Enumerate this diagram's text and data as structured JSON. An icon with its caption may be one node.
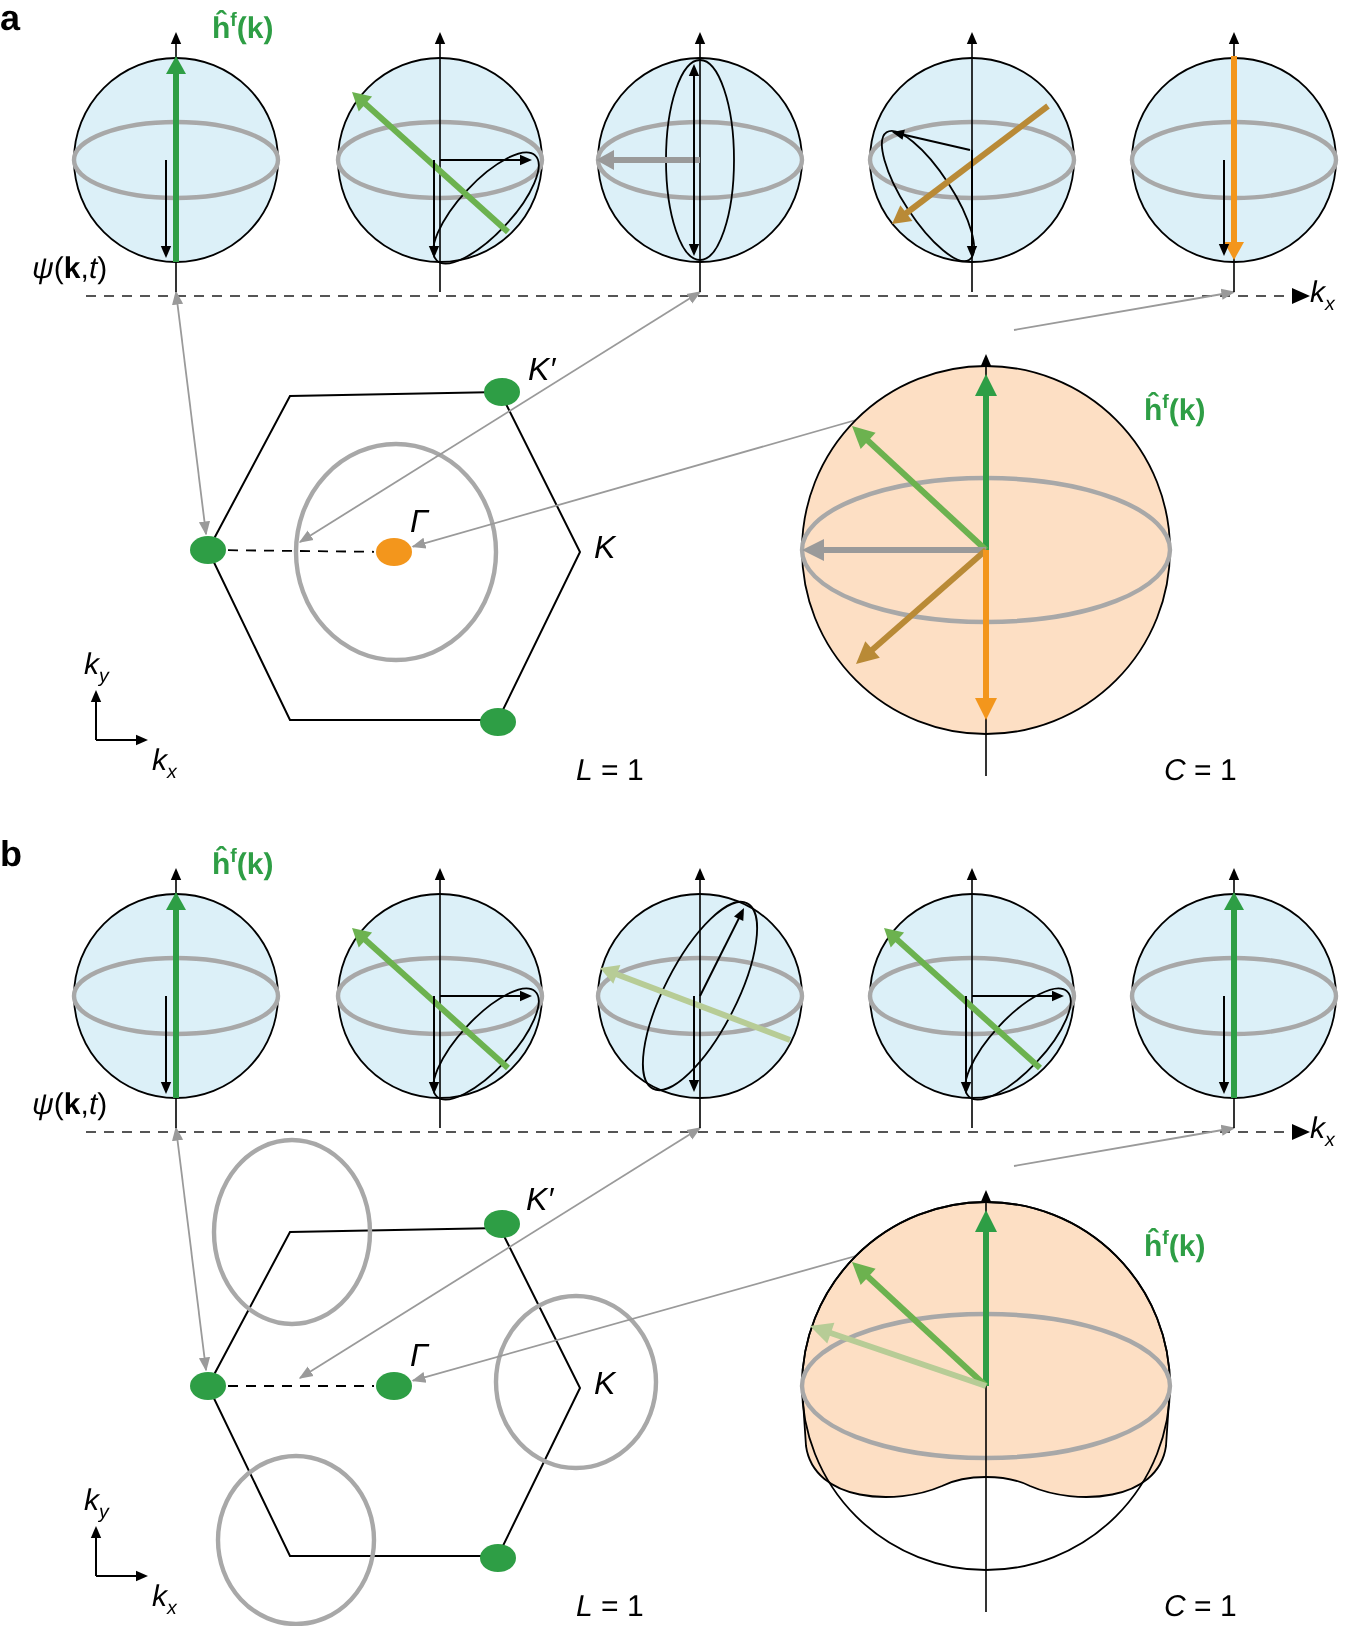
{
  "diagram": {
    "nodes": [
      {
        "text": [],
        "shape": "circle"
      },
      {
        "text": [],
        "shape": "circle"
      },
      {
        "text": [],
        "shape": "circle"
      },
      {
        "text": [],
        "shape": "circle"
      },
      {
        "text": [],
        "shape": "circle"
      },
      {
        "text": [],
        "shape": "circle",
        "beside": [
          "K′"
        ]
      },
      {
        "text": [],
        "shape": "circle"
      },
      {
        "text": [],
        "shape": "circle",
        "beside": [
          "Γ"
        ]
      },
      {
        "text": [],
        "shape": "circle"
      },
      {
        "text": [],
        "shape": "circle"
      },
      {
        "text": [],
        "shape": "circle"
      },
      {
        "text": [],
        "shape": "circle"
      },
      {
        "text": [],
        "shape": "circle"
      },
      {
        "text": [],
        "shape": "circle"
      },
      {
        "text": [],
        "shape": "circle"
      },
      {
        "text": [],
        "shape": "circle",
        "beside": [
          "K′"
        ]
      },
      {
        "text": [],
        "shape": "circle"
      },
      {
        "text": [],
        "shape": "circle",
        "beside": [
          "Γ"
        ]
      },
      {
        "text": [],
        "shape": "circle"
      },
      {
        "text": [],
        "shape": "circle"
      }
    ],
    "edges": [
      {
        "from": 6,
        "to": 0,
        "arrow": "both"
      },
      {
        "from": null,
        "to": 2,
        "arrow": "both"
      },
      {
        "from": 9,
        "to": 7,
        "arrow": "to"
      },
      {
        "from": 9,
        "to": 4,
        "arrow": "to"
      },
      {
        "from": 6,
        "to": 7,
        "arrow": "none",
        "style": "dashed",
        "color": "#000000"
      },
      {
        "from": 16,
        "to": 10,
        "arrow": "both"
      },
      {
        "from": null,
        "to": 12,
        "arrow": "both"
      },
      {
        "from": 19,
        "to": 17,
        "arrow": "to"
      },
      {
        "from": 19,
        "to": 14,
        "arrow": "to"
      },
      {
        "from": 16,
        "to": 17,
        "arrow": "none",
        "style": "dashed",
        "color": "#000000"
      }
    ],
    "labels": [
      "a",
      "ĥ$^{f}$(k)",
      "*ψ*(**k**,*t*)",
      "k$_{x}$",
      "K",
      "ĥ$^{f}$(k)",
      "k$_{y}$",
      "k$_{x}$",
      "*L* = 1",
      "*C* = 1",
      "b",
      "ĥ$^{f}$(k)",
      "*ψ*(**k**,*t*)",
      "k$_{x}$",
      "K",
      "ĥ$^{f}$(k)",
      "k$_{y}$",
      "k$_{x}$",
      "*L* = 1",
      "*C* = 1"
    ]
  }
}
